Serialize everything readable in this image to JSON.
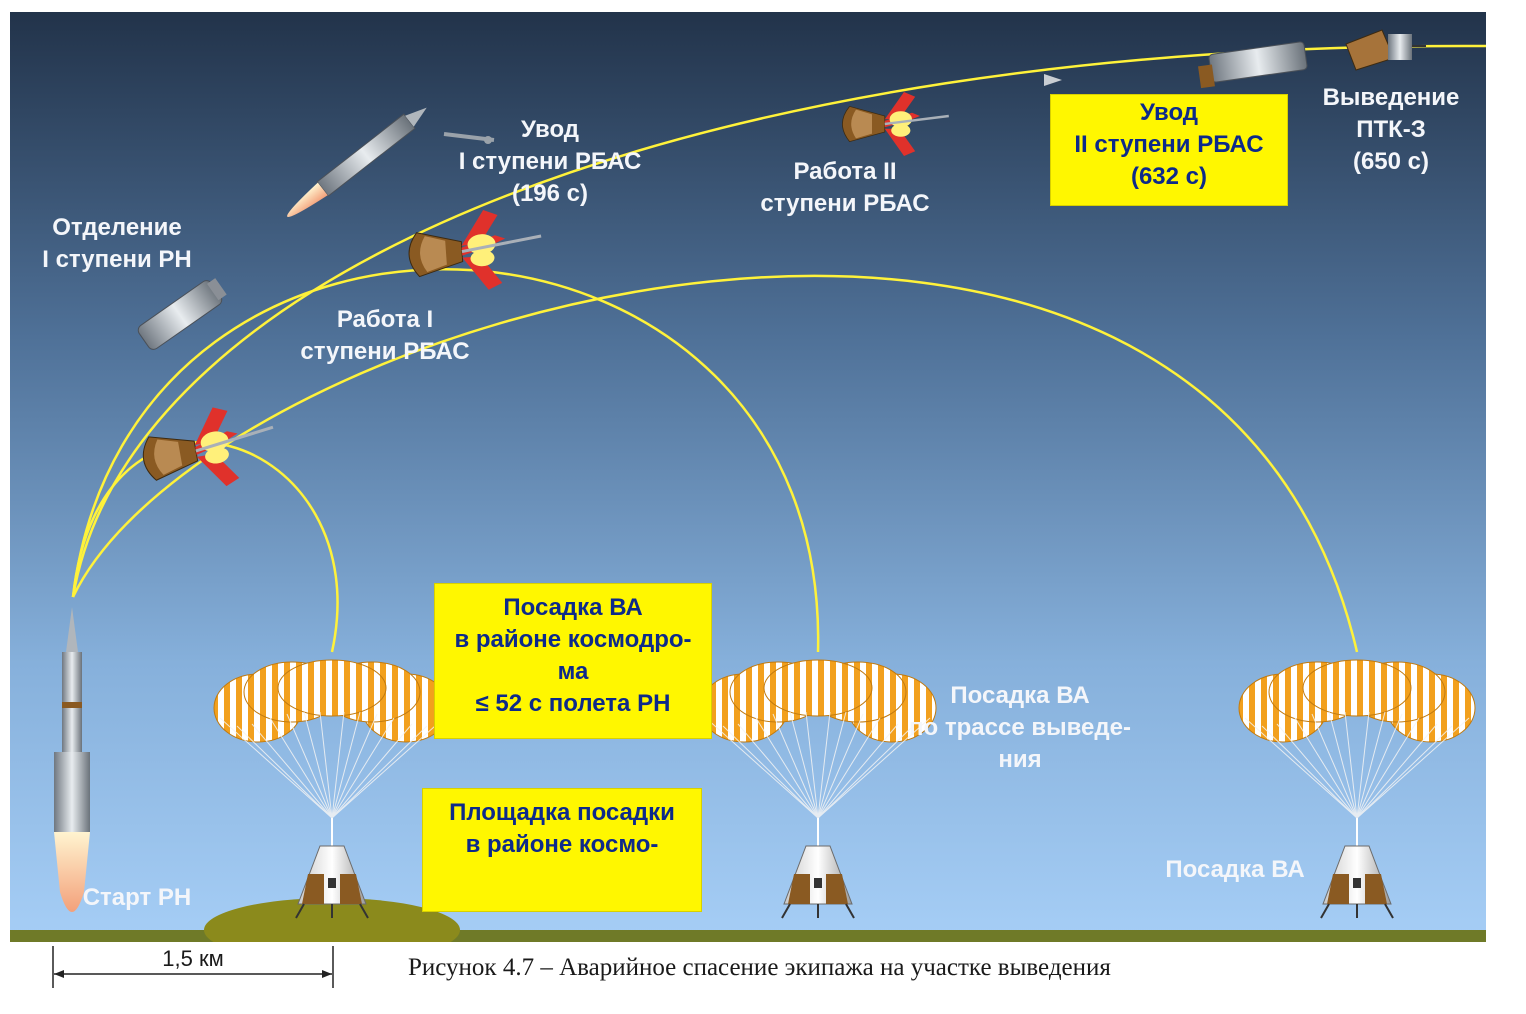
{
  "labels": {
    "start": "Старт РН",
    "sep1": "Отделение\nI ступени РН",
    "rbas1_work": "Работа I\nступени РБАС",
    "rbas1_away": "Увод\nI ступени РБАС\n(196 с)",
    "rbas2_work": "Работа II\nступени РБАС",
    "rbas2_away": "Увод\nII ступени РБАС\n(632 с)",
    "ptk_out": "Выведение\nПТК-З\n(650 с)",
    "landing_cosmodrome": "Посадка ВА\nв районе космодро-\nма\n≤ 52 с полета РН",
    "landing_site": "Площадка посадки\nв районе космо-",
    "landing_route": "Посадка ВА\nпо трассе выведе-\nния",
    "landing_end": "Посадка ВА",
    "distance": "1,5 км"
  },
  "caption": "Рисунок 4.7 – Аварийное спасение экипажа на участке выведения",
  "colors": {
    "sky_top": "#22334a",
    "sky_mid": "#5f86b4",
    "sky_bottom": "#a6cef6",
    "trajectory": "#fff23a",
    "label_box": "#fff700",
    "label_navy": "#0d2a8a",
    "ground": "#6f7a28",
    "landing_pad": "#8b8a1c",
    "chute_orange": "#f2a01d"
  },
  "icons": {
    "rocket": "rocket-icon",
    "parachute": "parachute-icon",
    "capsule": "capsule-icon",
    "stage": "stage-icon"
  }
}
